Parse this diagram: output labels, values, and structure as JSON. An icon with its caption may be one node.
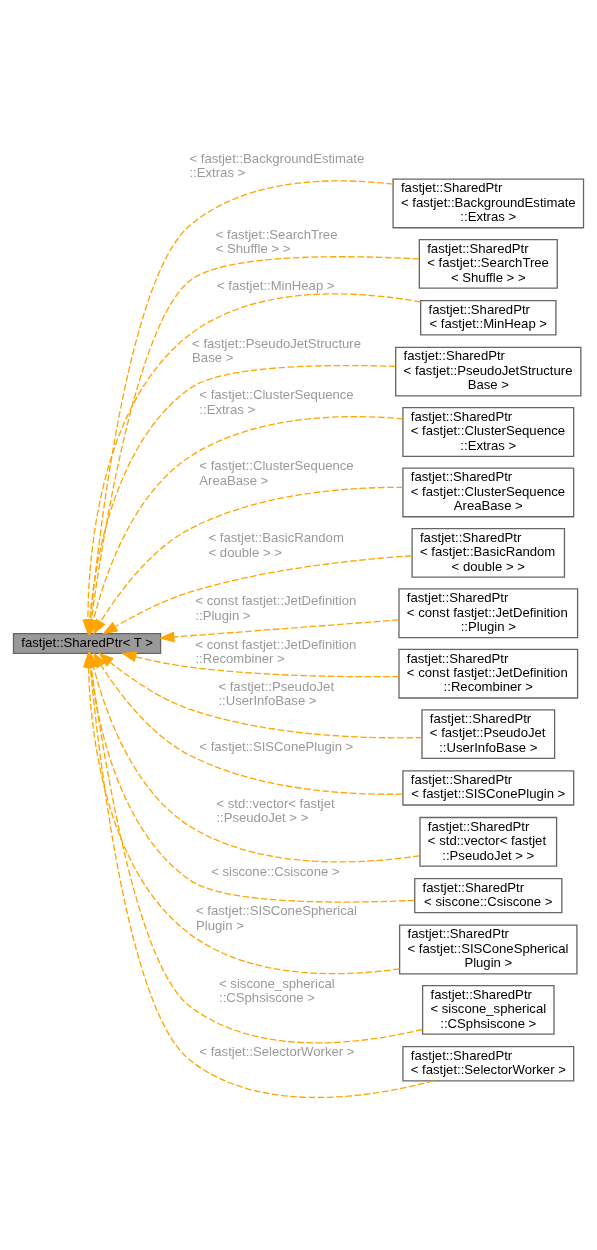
{
  "diagram": {
    "nodes": [
      {
        "text": [
          "fastjet::SharedPtr< T >"
        ]
      },
      {
        "text": [
          "fastjet::SharedPtr < fastjet::BackgroundEstimate ::Extras >"
        ]
      },
      {
        "text": [
          "fastjet::SharedPtr < fastjet::SearchTree < Shuffle > >"
        ]
      },
      {
        "text": [
          "fastjet::SharedPtr < fastjet::MinHeap >"
        ]
      },
      {
        "text": [
          "fastjet::SharedPtr < fastjet::PseudoJetStructure Base >"
        ]
      },
      {
        "text": [
          "fastjet::SharedPtr < fastjet::ClusterSequence ::Extras >"
        ]
      },
      {
        "text": [
          "fastjet::SharedPtr < fastjet::ClusterSequence AreaBase >"
        ]
      },
      {
        "text": [
          "fastjet::SharedPtr < fastjet::BasicRandom < double > >"
        ]
      },
      {
        "text": [
          "fastjet::SharedPtr < const fastjet::JetDefinition ::Plugin >"
        ]
      },
      {
        "text": [
          "fastjet::SharedPtr < const fastjet::JetDefinition ::Recombiner >"
        ]
      },
      {
        "text": [
          "fastjet::SharedPtr < fastjet::PseudoJet ::UserInfoBase >"
        ]
      },
      {
        "text": [
          "fastjet::SharedPtr < fastjet::SISConePlugin >"
        ]
      },
      {
        "text": [
          "fastjet::SharedPtr < std::vector< fastjet ::PseudoJet > >"
        ]
      },
      {
        "text": [
          "fastjet::SharedPtr < siscone::Csiscone >"
        ]
      },
      {
        "text": [
          "fastjet::SharedPtr < fastjet::SISConeSpherical Plugin >"
        ]
      },
      {
        "text": [
          "fastjet::SharedPtr < siscone_spherical ::CSphsiscone >"
        ]
      },
      {
        "text": [
          "fastjet::SharedPtr < fastjet::SelectorWorker >"
        ]
      }
    ],
    "edges": [
      {
        "from": 1,
        "to": 0,
        "arrow": "to",
        "style": "dashed",
        "label": "< fastjet::BackgroundEstimate ::Extras >"
      },
      {
        "from": 2,
        "to": 0,
        "arrow": "to",
        "style": "dashed",
        "label": "< fastjet::SearchTree < Shuffle > >"
      },
      {
        "from": 3,
        "to": 0,
        "arrow": "to",
        "style": "dashed",
        "label": "< fastjet::MinHeap >"
      },
      {
        "from": 4,
        "to": 0,
        "arrow": "to",
        "style": "dashed",
        "label": "< fastjet::PseudoJetStructure Base >"
      },
      {
        "from": 5,
        "to": 0,
        "arrow": "to",
        "style": "dashed",
        "label": "< fastjet::ClusterSequence ::Extras >"
      },
      {
        "from": 6,
        "to": 0,
        "arrow": "to",
        "style": "dashed",
        "label": "< fastjet::ClusterSequence AreaBase >"
      },
      {
        "from": 7,
        "to": 0,
        "arrow": "to",
        "style": "dashed",
        "label": "< fastjet::BasicRandom < double > >"
      },
      {
        "from": 8,
        "to": 0,
        "arrow": "to",
        "style": "dashed",
        "label": "< const fastjet::JetDefinition ::Plugin >"
      },
      {
        "from": 9,
        "to": 0,
        "arrow": "to",
        "style": "dashed",
        "label": "< const fastjet::JetDefinition ::Recombiner >"
      },
      {
        "from": 10,
        "to": 0,
        "arrow": "to",
        "style": "dashed",
        "label": "< fastjet::PseudoJet ::UserInfoBase >"
      },
      {
        "from": 11,
        "to": 0,
        "arrow": "to",
        "style": "dashed",
        "label": "< fastjet::SISConePlugin >"
      },
      {
        "from": 12,
        "to": 0,
        "arrow": "to",
        "style": "dashed",
        "label": "< std::vector< fastjet ::PseudoJet > >"
      },
      {
        "from": 13,
        "to": 0,
        "arrow": "to",
        "style": "dashed",
        "label": "< siscone::Csiscone >"
      },
      {
        "from": 14,
        "to": 0,
        "arrow": "to",
        "style": "dashed",
        "label": "< fastjet::SISConeSpherical Plugin >"
      },
      {
        "from": 15,
        "to": 0,
        "arrow": "to",
        "style": "dashed",
        "label": "< siscone_spherical ::CSphsiscone >"
      },
      {
        "from": 16,
        "to": 0,
        "arrow": "to",
        "style": "dashed",
        "label": "< fastjet::SelectorWorker >"
      }
    ]
  }
}
